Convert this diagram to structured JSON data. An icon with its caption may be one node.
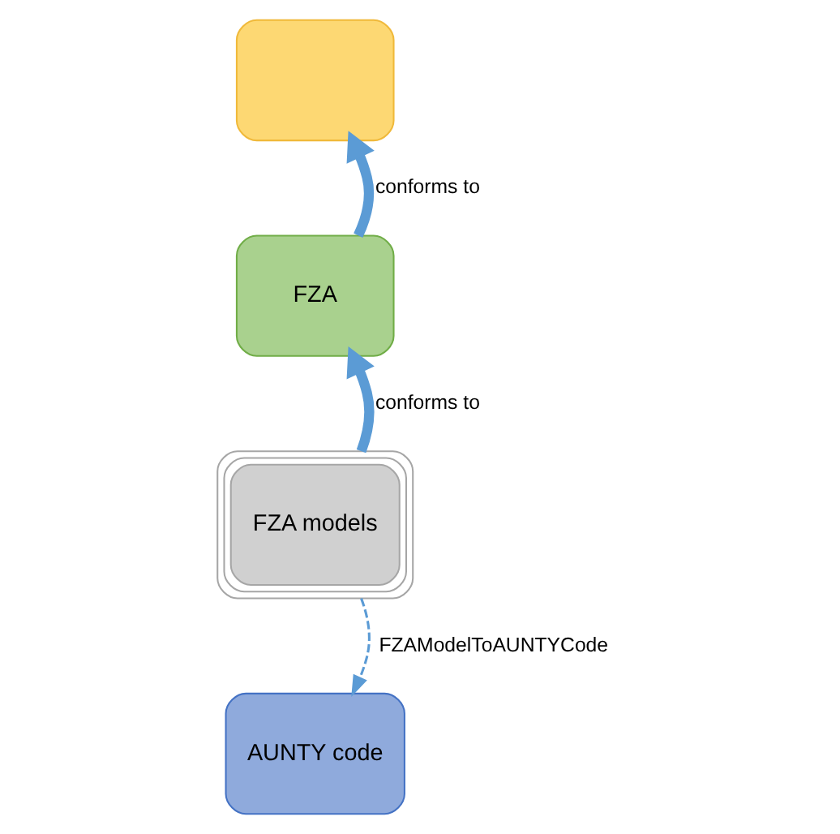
{
  "diagram": {
    "nodes": [
      {
        "text": [],
        "shape": "box"
      },
      {
        "text": [
          "FZA"
        ]
      },
      {
        "text": [
          "FZA models"
        ]
      },
      {
        "text": [
          "AUNTY code"
        ]
      }
    ],
    "edges": [
      {
        "from": 1,
        "to": 0,
        "arrow": "to",
        "label": "conforms to"
      },
      {
        "from": 2,
        "to": 1,
        "arrow": "to",
        "label": "conforms to"
      },
      {
        "from": 2,
        "to": 3,
        "arrow": "to",
        "label": "FZAModelToAUNTYCode",
        "style": "dashed"
      }
    ]
  }
}
